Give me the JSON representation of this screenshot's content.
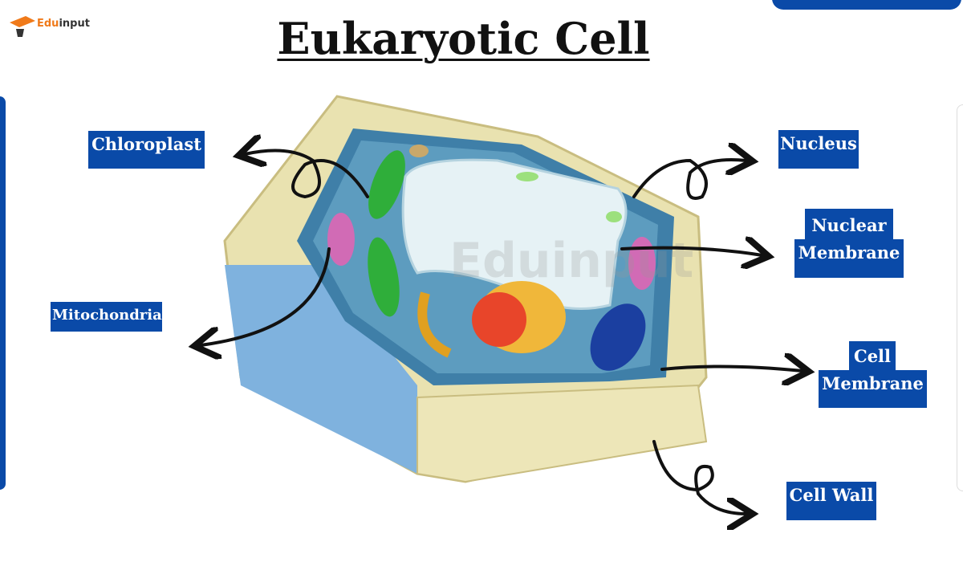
{
  "logo": {
    "brand_a": "Edu",
    "brand_b": "input"
  },
  "title": "Eukaryotic Cell",
  "watermark": "Eduinput",
  "labels": {
    "chloroplast": "Chloroplast",
    "mitochondria": "Mitochondria",
    "nucleus": "Nucleus",
    "nuclear_membrane_1": "Nuclear",
    "nuclear_membrane_2": "Membrane",
    "cell_membrane_1": "Cell",
    "cell_membrane_2": "Membrane",
    "cell_wall": "Cell Wall"
  },
  "colors": {
    "label_bg": "#0a4aa8",
    "brand_orange": "#f07a1a"
  }
}
